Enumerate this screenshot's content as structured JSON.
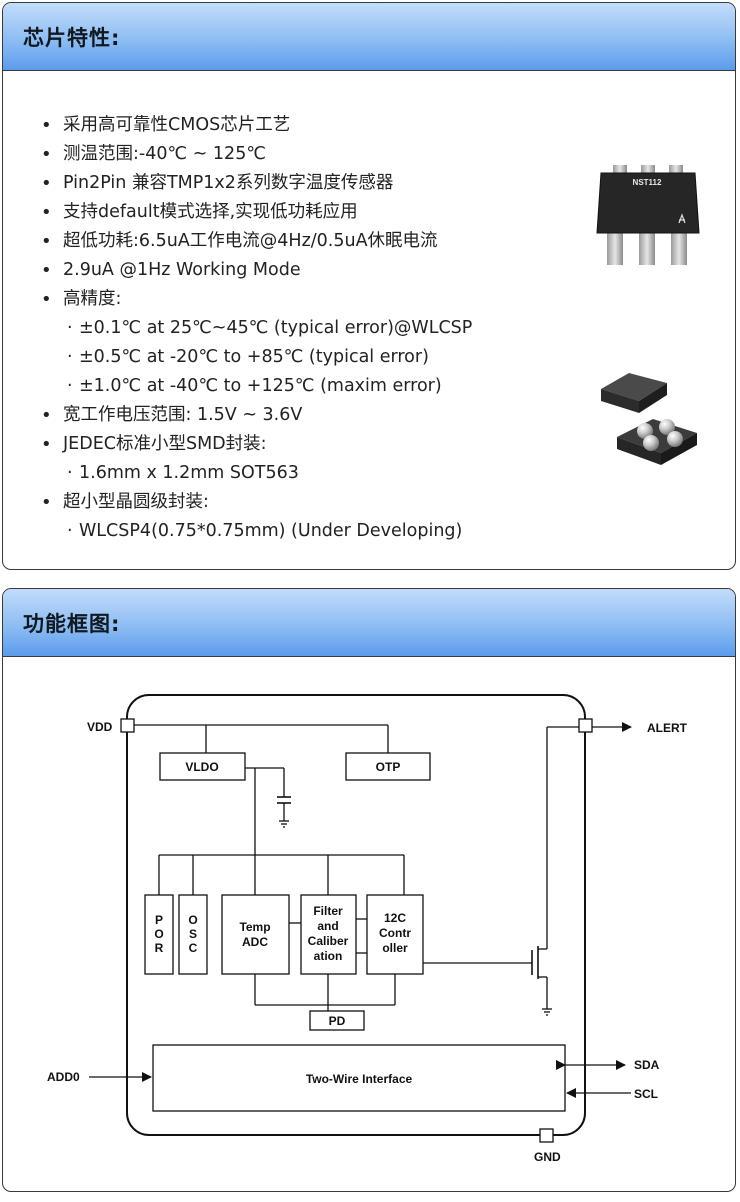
{
  "features": {
    "title": "芯片特性:",
    "items": [
      {
        "kind": "b",
        "text": "采用高可靠性CMOS芯片工艺"
      },
      {
        "kind": "b",
        "text": "测温范围:-40℃ ~ 125℃"
      },
      {
        "kind": "b",
        "text": "Pin2Pin 兼容TMP1x2系列数字温度传感器"
      },
      {
        "kind": "b",
        "text": "支持default模式选择,实现低功耗应用"
      },
      {
        "kind": "b",
        "text": "超低功耗:6.5uA工作电流@4Hz/0.5uA休眠电流"
      },
      {
        "kind": "b",
        "text": "2.9uA @1Hz Working Mode"
      },
      {
        "kind": "b",
        "text": "高精度:"
      },
      {
        "kind": "s",
        "text": "±0.1℃ at 25℃~45℃ (typical error)@WLCSP"
      },
      {
        "kind": "s",
        "text": "±0.5℃ at -20℃ to +85℃ (typical error)"
      },
      {
        "kind": "s",
        "text": "±1.0℃ at -40℃ to +125℃ (maxim error)"
      },
      {
        "kind": "b",
        "text": "宽工作电压范围: 1.5V ~ 3.6V"
      },
      {
        "kind": "b",
        "text": "JEDEC标准小型SMD封装:"
      },
      {
        "kind": "s",
        "text": "1.6mm x 1.2mm SOT563"
      },
      {
        "kind": "b",
        "text": "超小型晶圆级封装:"
      },
      {
        "kind": "s",
        "text": "WLCSP4(0.75*0.75mm) (Under Developing)"
      }
    ],
    "chip_marking": "NST112"
  },
  "diagram": {
    "title": "功能框图:",
    "pins": {
      "vdd": "VDD",
      "alert": "ALERT",
      "add0": "ADD0",
      "sda": "SDA",
      "scl": "SCL",
      "gnd": "GND"
    },
    "blocks": {
      "vldo": "VLDO",
      "otp": "OTP",
      "por": [
        "P",
        "O",
        "R"
      ],
      "osc": [
        "O",
        "S",
        "C"
      ],
      "adc": [
        "Temp",
        "ADC"
      ],
      "filter": [
        "Filter",
        "and",
        "Caliber",
        "ation"
      ],
      "i2c": [
        "12C",
        "Contr",
        "oller"
      ],
      "pd": "PD",
      "twi": "Two-Wire Interface"
    }
  }
}
